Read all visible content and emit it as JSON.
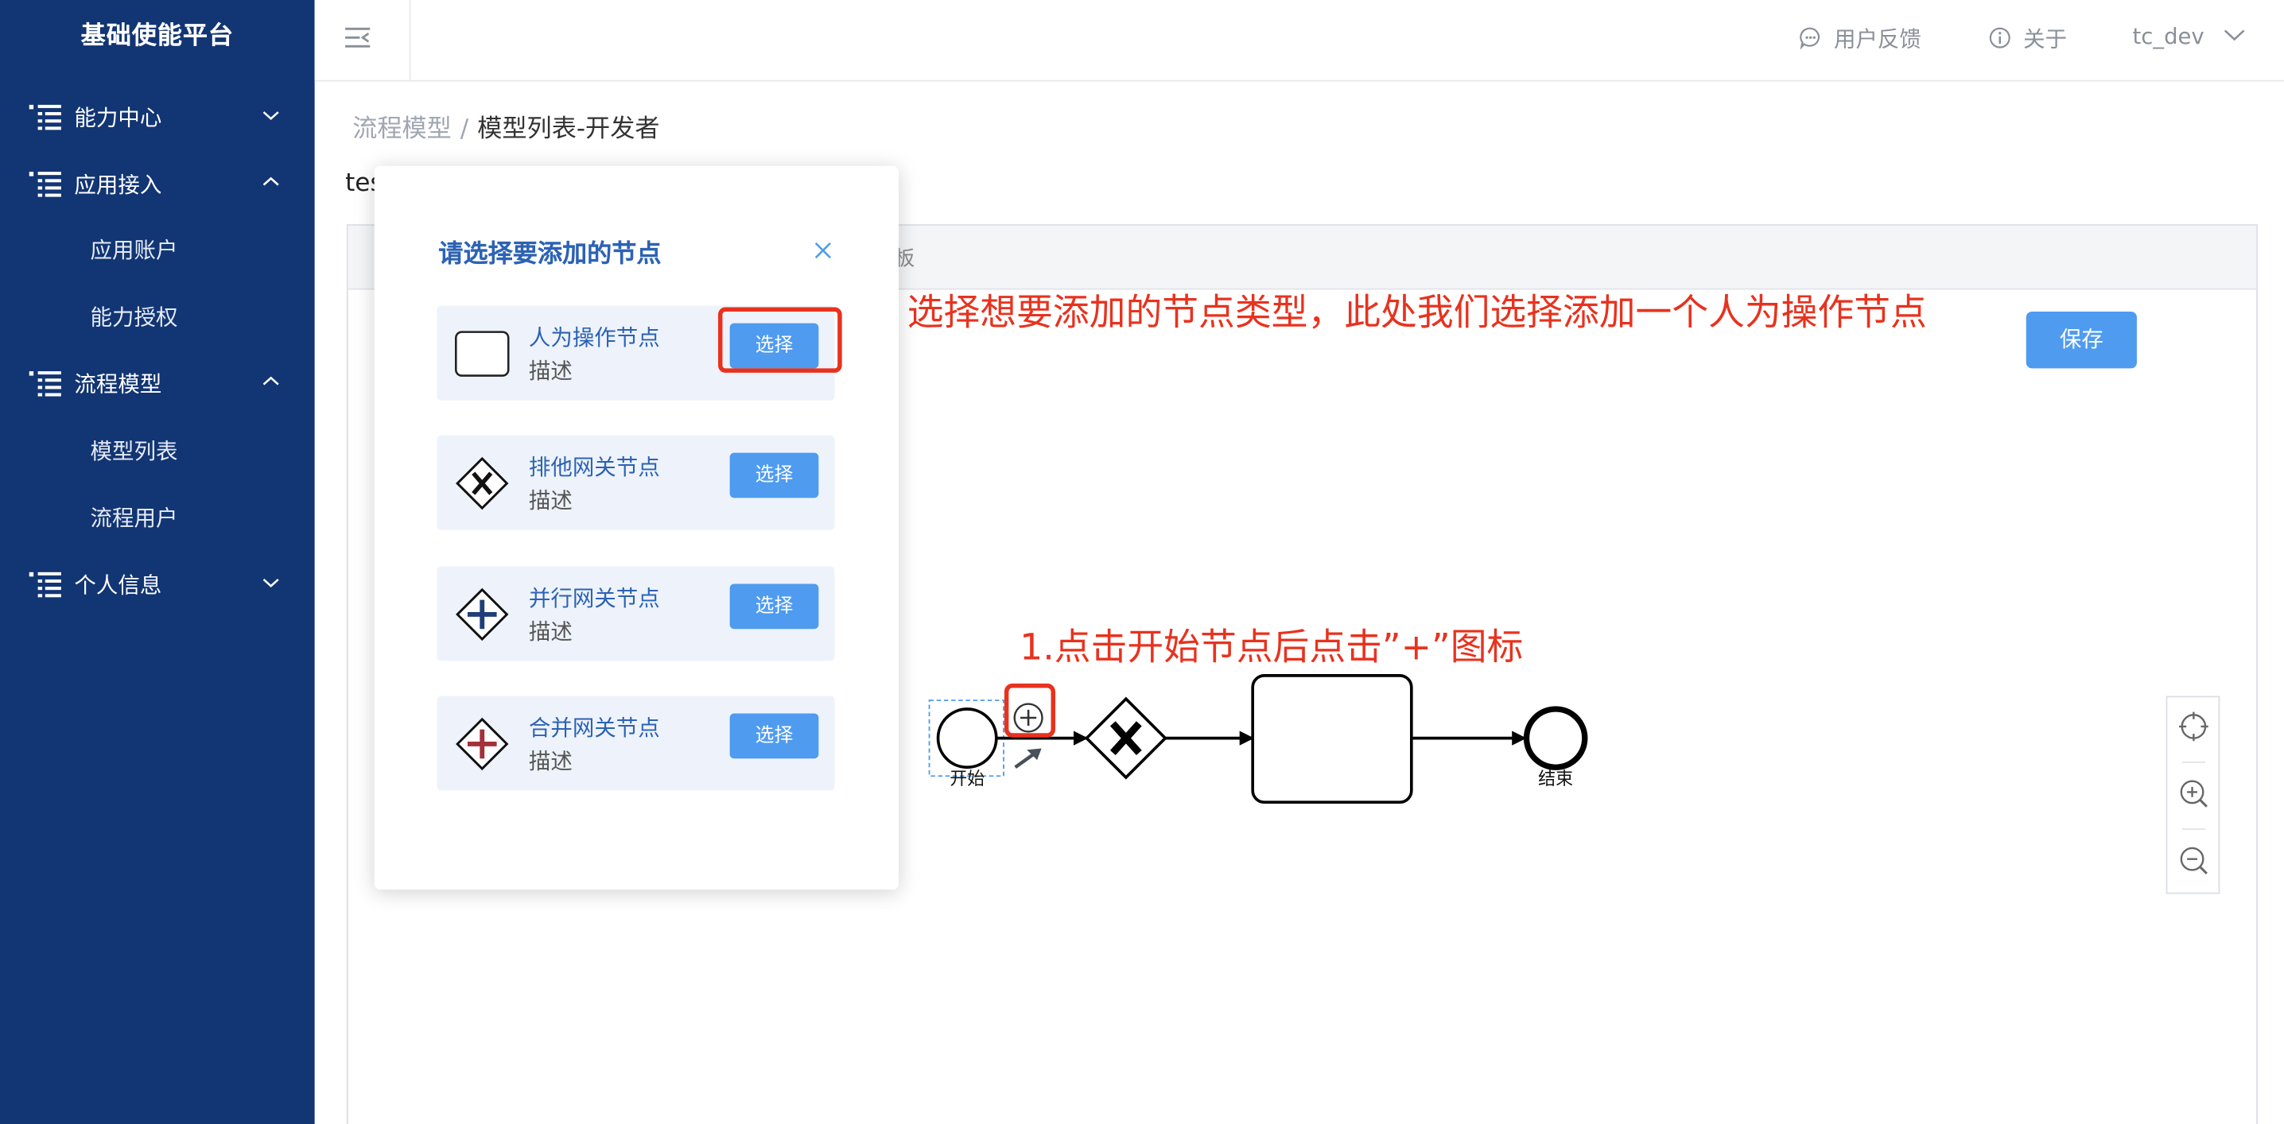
{
  "app": {
    "brand": "基础使能平台"
  },
  "sidebar": {
    "groups": [
      {
        "label": "能力中心",
        "expanded": false,
        "children": []
      },
      {
        "label": "应用接入",
        "expanded": true,
        "children": [
          "应用账户",
          "能力授权"
        ]
      },
      {
        "label": "流程模型",
        "expanded": true,
        "children": [
          "模型列表",
          "流程用户"
        ]
      },
      {
        "label": "个人信息",
        "expanded": false,
        "children": []
      }
    ]
  },
  "header": {
    "feedback": "用户反馈",
    "about": "关于",
    "user": "tc_dev"
  },
  "breadcrumb": {
    "parent": "流程模型",
    "separator": "/",
    "current": "模型列表-开发者"
  },
  "editor": {
    "model_name_fragment": "tes",
    "toolbar_fragment": "板",
    "save_label": "保存"
  },
  "diagram": {
    "start_label": "开始",
    "end_label": "结束"
  },
  "annotations": {
    "step1": "1.点击开始节点后点击”+”图标",
    "step2": "2. 选择想要添加的节点类型，此处我们选择添加一个人为操作节点"
  },
  "modal": {
    "title": "请选择要添加的节点",
    "nodes": [
      {
        "name": "人为操作节点",
        "desc": "描述",
        "button": "选择",
        "icon": "task-rectangle-icon"
      },
      {
        "name": "排他网关节点",
        "desc": "描述",
        "button": "选择",
        "icon": "exclusive-gateway-icon"
      },
      {
        "name": "并行网关节点",
        "desc": "描述",
        "button": "选择",
        "icon": "parallel-gateway-icon"
      },
      {
        "name": "合并网关节点",
        "desc": "描述",
        "button": "选择",
        "icon": "merge-gateway-icon"
      }
    ]
  },
  "colors": {
    "sidebar_bg": "#123573",
    "primary": "#4e9bf0",
    "annotation_red": "#e8321e",
    "modal_title": "#2c62b4",
    "parallel_plus": "#1f3f7a",
    "merge_plus": "#a3303a"
  }
}
